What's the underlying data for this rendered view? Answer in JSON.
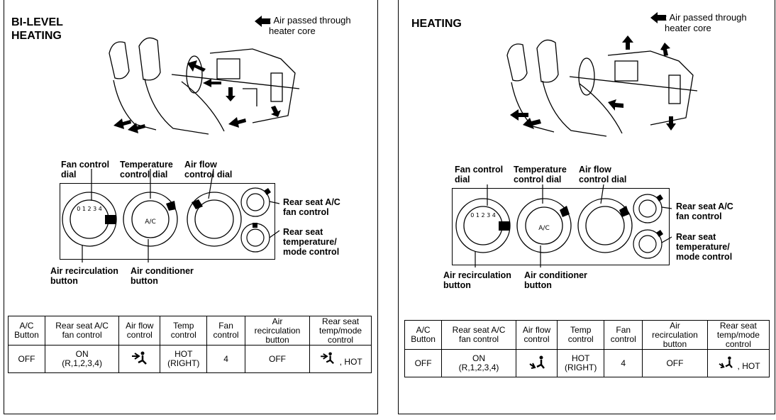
{
  "legend": {
    "text": ": Air passed through\nheater core"
  },
  "dial_labels": {
    "fan": "Fan control\ndial",
    "temperature": "Temperature\ncontrol dial",
    "airflow": "Air flow\ncontrol dial",
    "rear_fan": "Rear seat A/C\nfan control",
    "rear_temp": "Rear seat\ntemperature/\nmode control",
    "recirc": "Air recirculation\nbutton",
    "ac": "Air conditioner\nbutton"
  },
  "dial_markings": {
    "ac": "A/C",
    "fan_ticks": "0 1 2 3 4"
  },
  "table_headers": [
    "A/C\nButton",
    "Rear seat A/C\nfan control",
    "Air flow\ncontrol",
    "Temp\ncontrol",
    "Fan\ncontrol",
    "Air\nrecirculation\nbutton",
    "Rear seat\ntemp/mode\ncontrol"
  ],
  "panels": [
    {
      "title": "BI-LEVEL\nHEATING",
      "row": {
        "ac": "OFF",
        "rear_fan": "ON\n(R,1,2,3,4)",
        "airflow_icon": "bi-level-vent-icon",
        "temp": "HOT\n(RIGHT)",
        "fan": "4",
        "recirc": "OFF",
        "rear_mode_suffix": ", HOT"
      }
    },
    {
      "title": "HEATING",
      "row": {
        "ac": "OFF",
        "rear_fan": "ON\n(R,1,2,3,4)",
        "airflow_icon": "foot-vent-icon",
        "temp": "HOT\n(RIGHT)",
        "fan": "4",
        "recirc": "OFF",
        "rear_mode_suffix": ", HOT"
      }
    }
  ]
}
